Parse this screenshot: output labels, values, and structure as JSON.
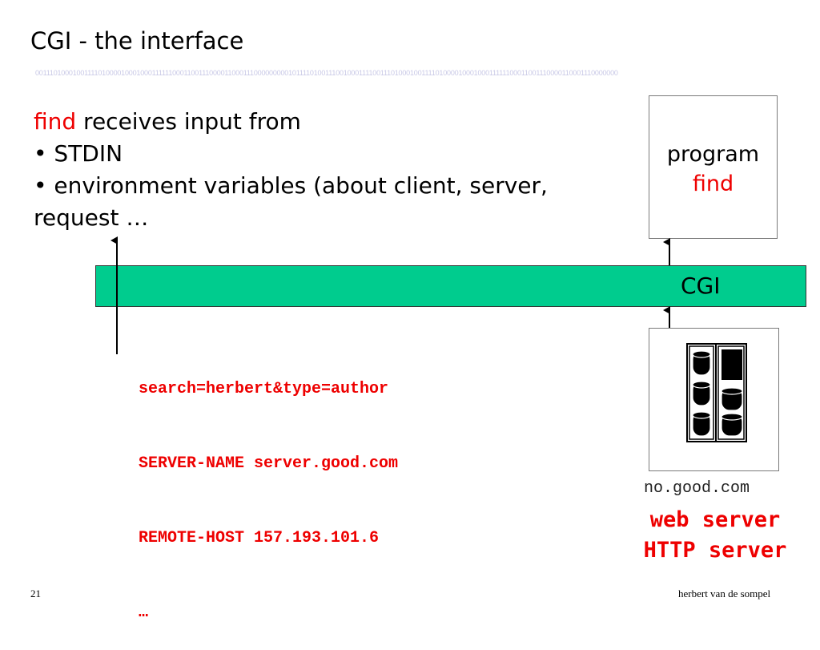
{
  "title": "CGI - the interface",
  "binary_strip": "0011101000100111101000010001000111111000110011100001100011100000000010111101001110010001111001110100010011110100001000100011111100011001110000110001110000000",
  "intro": {
    "find_word": "find",
    "rest": " receives input from",
    "bullet1": "• STDIN",
    "bullet2": "• environment variables (about client, server,",
    "bullet2_cont": " request …"
  },
  "program_box": {
    "label": "program",
    "name": "find"
  },
  "cgi_label": "CGI",
  "env_lines": [
    "search=herbert&type=author",
    "SERVER-NAME server.good.com",
    "REMOTE-HOST 157.193.101.6",
    "…"
  ],
  "server": {
    "hostname": "no.good.com",
    "label1": "web server",
    "label2": "HTTP server",
    "icon": "server-rack-icon"
  },
  "footer": {
    "page_number": "21",
    "author": "herbert van de sompel"
  },
  "colors": {
    "accent_red": "#ee0000",
    "cgi_bar": "#00cc8e"
  }
}
